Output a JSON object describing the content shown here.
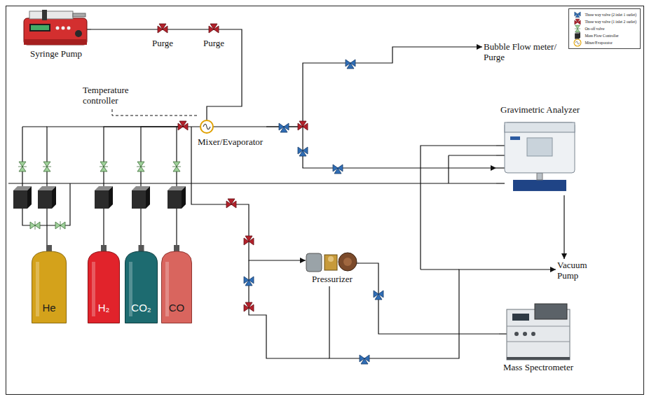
{
  "diagram": {
    "nodes": [
      {
        "text": [
          "Syringe Pump"
        ]
      },
      {
        "text": [
          "Bubble Flow meter/ Purge"
        ]
      },
      {
        "text": [
          "Mixer/Evaporator"
        ]
      },
      {
        "text": [
          "Gravimetric Analyzer"
        ]
      },
      {
        "text": [
          "Pressurizer"
        ]
      },
      {
        "text": [
          "Vacuum Pump"
        ]
      },
      {
        "text": [
          "He"
        ]
      },
      {
        "text": [
          "H₂"
        ]
      },
      {
        "text": [
          "CO₂"
        ]
      },
      {
        "text": [
          "CO"
        ]
      },
      {
        "text": [
          "Mass Spectrometer"
        ]
      }
    ],
    "edges": [
      {
        "from": 0,
        "to": 2,
        "arrow": "none"
      },
      {
        "from": 6,
        "to": 2,
        "arrow": "none"
      },
      {
        "from": 7,
        "to": 2,
        "arrow": "none"
      },
      {
        "from": 8,
        "to": 2,
        "arrow": "none"
      },
      {
        "from": 9,
        "to": 2,
        "arrow": "none"
      },
      {
        "from": 2,
        "to": 1,
        "arrow": "to"
      },
      {
        "from": 2,
        "to": 3,
        "arrow": "to"
      },
      {
        "from": 2,
        "to": 4,
        "arrow": "to"
      },
      {
        "from": 4,
        "to": 10,
        "arrow": "none"
      },
      {
        "from": 3,
        "to": 5,
        "arrow": "to"
      },
      {
        "from": 4,
        "to": 5,
        "arrow": "to"
      }
    ],
    "labels": [
      "Purge",
      "Purge",
      "Temperature controller"
    ],
    "legend": [
      {
        "text": "Three way valve (2 inlet 1 outlet)"
      },
      {
        "text": "Three way valve (1 inlet 2 outlet)"
      },
      {
        "text": "On-off valve"
      },
      {
        "text": "Mass Flow Controller"
      },
      {
        "text": "Mixer/Evaporator"
      }
    ]
  }
}
